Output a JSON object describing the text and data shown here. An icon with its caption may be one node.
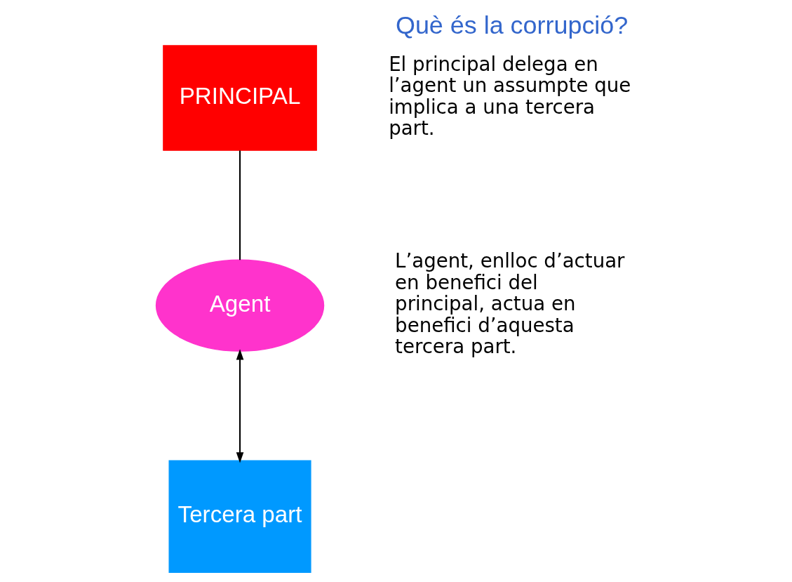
{
  "diagram": {
    "title": "Què és la corrupció?",
    "nodes": [
      {
        "text": [
          "PRINCIPAL"
        ]
      },
      {
        "text": [
          "Agent"
        ]
      },
      {
        "text": [
          "Tercera part"
        ]
      }
    ],
    "edges": [
      {
        "from": 0,
        "to": 1,
        "arrow": "none"
      },
      {
        "from": 1,
        "to": 2,
        "arrow": "both"
      }
    ],
    "labels": [
      "El principal delega en l’agent un assumpte que implica a una tercera part.",
      "L’agent, enlloc d’actuar en benefici del principal, actua en benefici d’aquesta tercera part."
    ]
  }
}
